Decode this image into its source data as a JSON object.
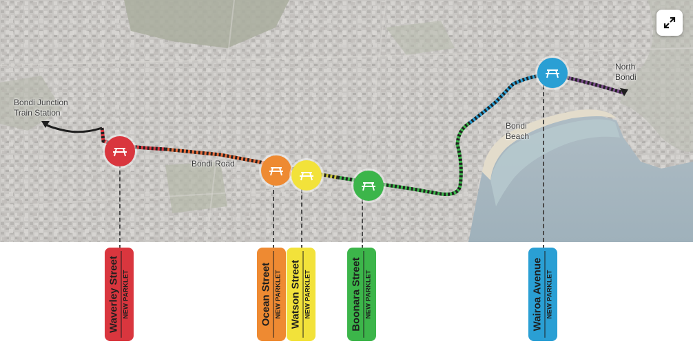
{
  "map": {
    "labels": {
      "origin": "Bondi Junction\nTrain Station",
      "road": "Bondi Road",
      "beach": "Bondi\nBeach",
      "destination": "North\nBondi"
    },
    "expand_icon": "expand-arrows-icon",
    "pin_icon": "picnic-table-icon"
  },
  "parklets": [
    {
      "street": "Waverley Street",
      "sub": "NEW PARKLET",
      "color": "#d9363e"
    },
    {
      "street": "Ocean Street",
      "sub": "NEW PARKLET",
      "color": "#ee8a32"
    },
    {
      "street": "Watson Street",
      "sub": "NEW PARKLET",
      "color": "#f2e23a"
    },
    {
      "street": "Boonara Street",
      "sub": "NEW PARKLET",
      "color": "#3cb54a"
    },
    {
      "street": "Wairoa Avenue",
      "sub": "NEW PARKLET",
      "color": "#2a9fd4"
    }
  ],
  "colors": {
    "route_purple": "#7b4d8c",
    "route_dark": "#2a2a2a"
  }
}
